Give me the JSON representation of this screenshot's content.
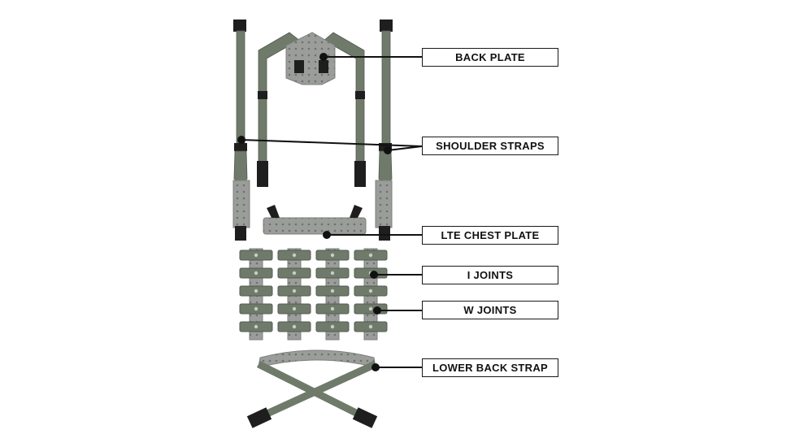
{
  "labels": {
    "back_plate": "BACK PLATE",
    "shoulder_straps": "SHOULDER STRAPS",
    "lte_chest_plate": "LTE CHEST PLATE",
    "i_joints": "I JOINTS",
    "w_joints": "W JOINTS",
    "lower_back_strap": "LOWER BACK STRAP"
  },
  "colors": {
    "strap": "#6f7a6a",
    "strap_edge": "#535c50",
    "plate": "#9a9d99",
    "buckle": "#1e1e1e",
    "leader": "#111111"
  }
}
